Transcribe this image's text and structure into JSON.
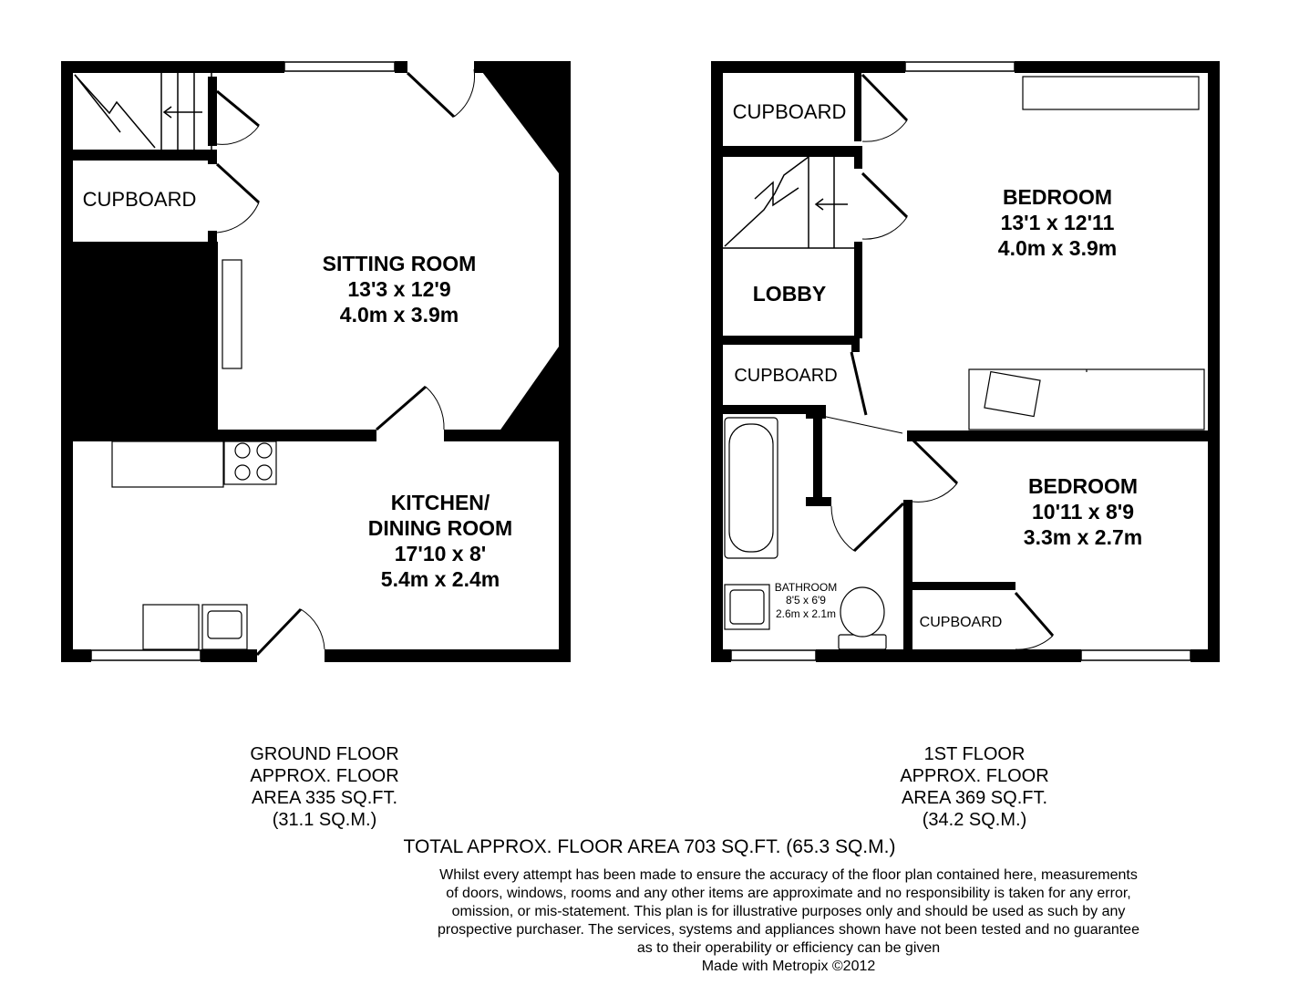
{
  "ground_floor": {
    "rooms": [
      {
        "id": "sitting",
        "name": "SITTING ROOM",
        "imperial": "13'3 x 12'9",
        "metric": "4.0m x 3.9m"
      },
      {
        "id": "kitchen",
        "name_line1": "KITCHEN/",
        "name_line2": "DINING ROOM",
        "imperial": "17'10 x 8'",
        "metric": "5.4m x 2.4m"
      }
    ],
    "cupboard": "CUPBOARD",
    "caption": [
      "GROUND FLOOR",
      "APPROX. FLOOR",
      "AREA 335 SQ.FT.",
      "(31.1 SQ.M.)"
    ]
  },
  "first_floor": {
    "bedroom1": {
      "name": "BEDROOM",
      "imperial": "13'1 x 12'11",
      "metric": "4.0m x 3.9m"
    },
    "bedroom2": {
      "name": "BEDROOM",
      "imperial": "10'11 x 8'9",
      "metric": "3.3m x 2.7m"
    },
    "bathroom": {
      "name": "BATHROOM",
      "imperial": "8'5 x 6'9",
      "metric": "2.6m x 2.1m"
    },
    "lobby": "LOBBY",
    "cupboard_top": "CUPBOARD",
    "cupboard_mid": "CUPBOARD",
    "cupboard_bottom": "CUPBOARD",
    "caption": [
      "1ST FLOOR",
      "APPROX. FLOOR",
      "AREA 369 SQ.FT.",
      "(34.2 SQ.M.)"
    ]
  },
  "total": "TOTAL APPROX. FLOOR AREA 703 SQ.FT. (65.3 SQ.M.)",
  "disclaimer": [
    "Whilst every attempt has been made to ensure the accuracy of the floor plan contained here, measurements",
    "of doors, windows, rooms and any other items are approximate and no responsibility is taken for any error,",
    "omission, or mis-statement. This plan is for illustrative purposes only and should be used as such by any",
    "prospective purchaser. The services, systems and appliances shown have not been tested and no guarantee",
    "as to their operability or efficiency can be given",
    "Made with Metropix ©2012"
  ]
}
